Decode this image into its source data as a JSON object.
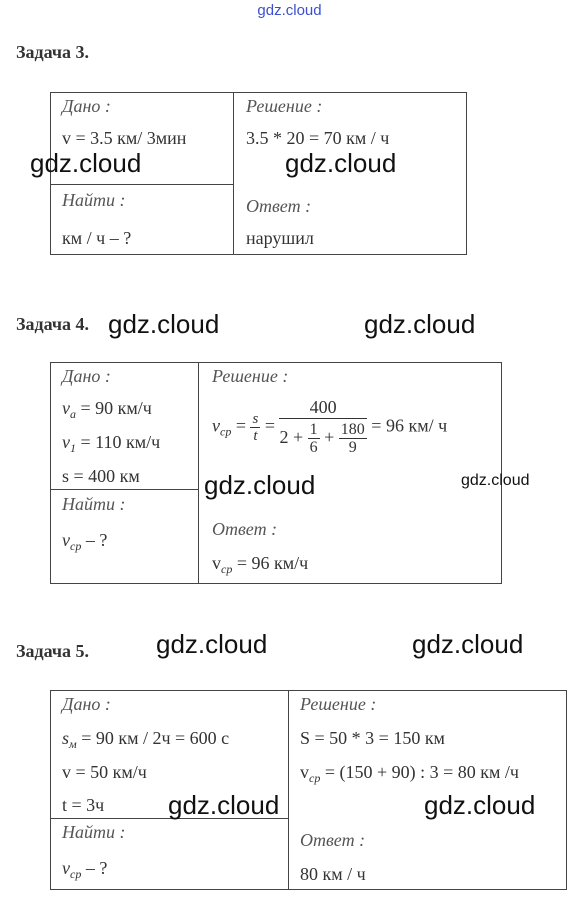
{
  "site_mark": "gdz.cloud",
  "watermark": "gdz.cloud",
  "labels": {
    "given": "Дано :",
    "find": "Найти :",
    "solution": "Решение :",
    "answer": "Ответ :"
  },
  "task3": {
    "title": "Задача 3.",
    "given_v": "v =  3.5 км/ 3мин",
    "find_value": "км / ч – ?",
    "solution_line": "3.5 * 20 = 70 км / ч",
    "answer_value": "нарушил"
  },
  "task4": {
    "title": "Задача 4.",
    "given_va_sym": "v",
    "given_va_sub": "a",
    "given_va_val": " =  90 км/ч",
    "given_v1_sym": "v",
    "given_v1_sub": "1",
    "given_v1_val": " = 110 км/ч",
    "given_s": "s = 400 км",
    "find_sym": "v",
    "find_sub": "ср",
    "find_rest": " – ?",
    "sol_sym": "v",
    "sol_sub": "ср",
    "sol_eq": " = ",
    "sol_frac_num": "s",
    "sol_frac_den": "t",
    "sol_eq2": " = ",
    "sol_big_num": "400",
    "sol_den_a": "2 + ",
    "sol_den_f1_num": "1",
    "sol_den_f1_den": "6",
    "sol_den_plus": " + ",
    "sol_den_f2_num": "180",
    "sol_den_f2_den": "9",
    "sol_result": " = 96 км/ ч",
    "ans_sym": "v",
    "ans_sub": "ср",
    "ans_rest": " = 96 км/ч"
  },
  "task5": {
    "title": "Задача 5.",
    "given_sm_sym": "s",
    "given_sm_sub": "м",
    "given_sm_val": " =  90 км / 2ч = 600 с",
    "given_v": "v = 50 км/ч",
    "given_t": "t = 3ч",
    "find_sym": "v",
    "find_sub": "ср",
    "find_rest": " – ?",
    "sol_line1": "S = 50 * 3 = 150 км",
    "sol_line2_sym": "v",
    "sol_line2_sub": "ср",
    "sol_line2_rest": " = (150 + 90) : 3 = 80 км /ч",
    "answer_value": "80 км / ч"
  }
}
